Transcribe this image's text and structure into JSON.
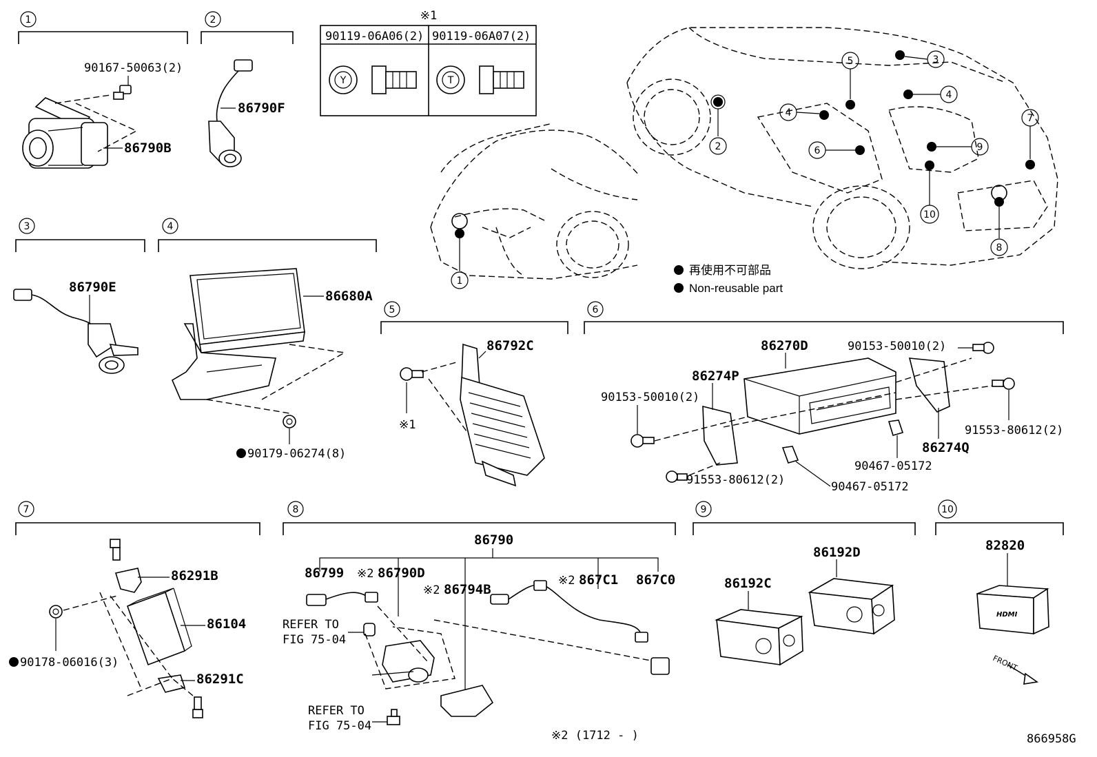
{
  "sections": [
    {
      "num": "1",
      "parts": [
        "86790B"
      ],
      "fasteners": [
        "90167-50063(2)"
      ]
    },
    {
      "num": "2",
      "parts": [
        "86790F"
      ]
    },
    {
      "num": "3",
      "parts": [
        "86790E"
      ]
    },
    {
      "num": "4",
      "parts": [
        "86680A"
      ],
      "fasteners": [
        "90179-06274(8)"
      ]
    },
    {
      "num": "5",
      "parts": [
        "86792C"
      ],
      "notes": [
        "※1"
      ]
    },
    {
      "num": "6",
      "parts": [
        "86270D",
        "86274P",
        "86274Q"
      ],
      "fasteners": [
        "90153-50010(2)",
        "90153-50010(2)",
        "91553-80612(2)",
        "91553-80612(2)",
        "90467-05172",
        "90467-05172"
      ]
    },
    {
      "num": "7",
      "parts": [
        "86291B",
        "86104",
        "86291C"
      ],
      "fasteners": [
        "90178-06016(3)"
      ]
    },
    {
      "num": "8",
      "parts": [
        "86790",
        "86799",
        "86790D",
        "86794B",
        "867C1",
        "867C0"
      ],
      "refs": [
        "REFER TO",
        "FIG 75-04",
        "REFER TO",
        "FIG 75-04"
      ],
      "marks": [
        "※2",
        "※2",
        "※2"
      ]
    },
    {
      "num": "9",
      "parts": [
        "86192C",
        "86192D"
      ]
    },
    {
      "num": "10",
      "parts": [
        "82820"
      ],
      "front_label": "FRONT"
    }
  ],
  "bolt_table": {
    "title": "※1",
    "cells": [
      "90119-06A06(2)",
      "90119-06A07(2)"
    ],
    "letters": [
      "Y",
      "T"
    ]
  },
  "legend": {
    "ja": "再使用不可部品",
    "en": "Non-reusable part"
  },
  "car_callouts": [
    "1",
    "2",
    "3",
    "4",
    "4",
    "5",
    "6",
    "7",
    "8",
    "9",
    "10"
  ],
  "footnote": "※2 (1712 -      )",
  "figure_id": "866958G",
  "hdmi_text": "HDMI"
}
